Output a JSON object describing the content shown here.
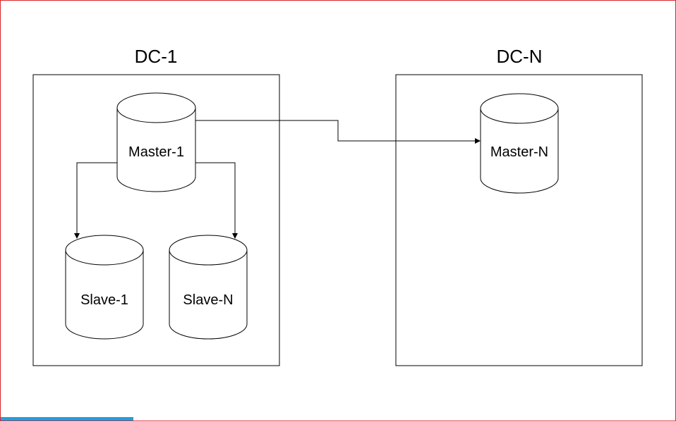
{
  "diagram": {
    "containers": [
      {
        "id": "dc1",
        "title": "DC-1"
      },
      {
        "id": "dcn",
        "title": "DC-N"
      }
    ],
    "nodes": [
      {
        "id": "master1",
        "label": "Master-1",
        "container": "dc1"
      },
      {
        "id": "slave1",
        "label": "Slave-1",
        "container": "dc1"
      },
      {
        "id": "slaven",
        "label": "Slave-N",
        "container": "dc1"
      },
      {
        "id": "mastern",
        "label": "Master-N",
        "container": "dcn"
      }
    ],
    "edges": [
      {
        "from": "master1",
        "to": "slave1"
      },
      {
        "from": "master1",
        "to": "slaven"
      },
      {
        "from": "master1",
        "to": "mastern"
      }
    ]
  },
  "colors": {
    "stroke": "#000000",
    "frame_border": "#d9262c",
    "progress_bar": "#1ea0dc"
  }
}
